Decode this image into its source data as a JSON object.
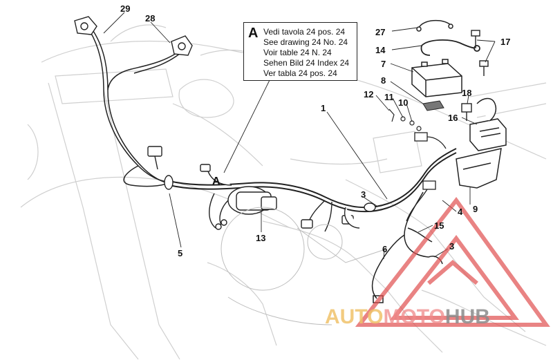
{
  "reference_box": {
    "letter": "A",
    "lines": [
      "Vedi tavola 24 pos. 24",
      "See drawing 24 No. 24",
      "Voir table 24 N. 24",
      "Sehen Bild 24 Index 24",
      "Ver tabla 24 pos. 24"
    ]
  },
  "connector_marker": "A",
  "callouts": {
    "c29": "29",
    "c28": "28",
    "c27": "27",
    "c14": "14",
    "c17": "17",
    "c7": "7",
    "c8": "8",
    "c12": "12",
    "c11": "11",
    "c10": "10",
    "c18": "18",
    "c16": "16",
    "c1": "1",
    "c3a": "3",
    "c4": "4",
    "c9": "9",
    "c15": "15",
    "c3b": "3",
    "c6": "6",
    "c13": "13",
    "c5": "5"
  },
  "watermark": {
    "part1": "AUTO",
    "part2": "MOTO",
    "part3": "HUB"
  },
  "colors": {
    "line": "#222222",
    "ghost": "#c8c8c8",
    "watermark_red": "#e05050",
    "watermark_gold": "#f0c36a",
    "watermark_grey": "#8b8b8b"
  }
}
